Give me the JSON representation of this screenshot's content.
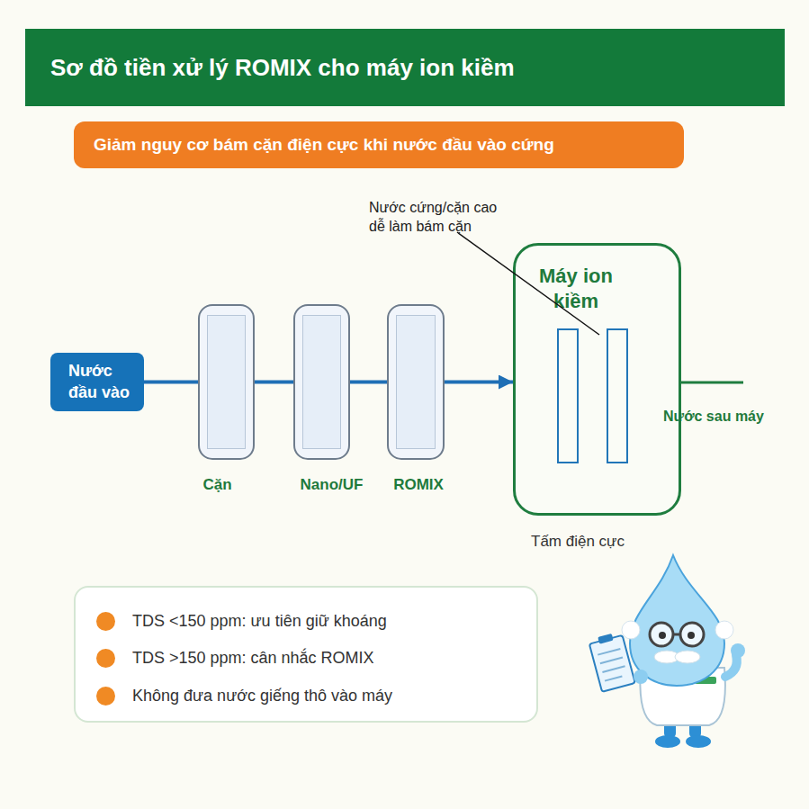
{
  "diagram": {
    "title": "Sơ đồ tiền xử lý ROMIX cho máy ion kiềm",
    "nodes": [
      {
        "text": [
          "Giảm nguy cơ bám cặn điện cực khi nước đầu vào cứng"
        ]
      },
      {
        "text": [
          "Nước đầu vào"
        ]
      },
      {
        "text": [
          "Cặn"
        ]
      },
      {
        "text": [
          "Nano/UF"
        ]
      },
      {
        "text": [
          "ROMIX"
        ]
      },
      {
        "text": [
          "Máy ion kiềm"
        ]
      },
      {
        "text": [
          "TDS <150 ppm: ưu tiên giữ khoáng",
          "TDS >150 ppm: cân nhắc ROMIX",
          "Không đưa nước giếng thô vào máy"
        ]
      }
    ],
    "edges": [
      {
        "from": 1,
        "to": 2,
        "arrow": "none"
      },
      {
        "from": 2,
        "to": 3,
        "arrow": "none"
      },
      {
        "from": 3,
        "to": 4,
        "arrow": "none"
      },
      {
        "from": 4,
        "to": 5,
        "arrow": "to"
      }
    ],
    "labels": [
      "Nước cứng/cặn cao dễ làm bám cặn",
      "Nước sau máy",
      "Tấm điện cực"
    ]
  }
}
